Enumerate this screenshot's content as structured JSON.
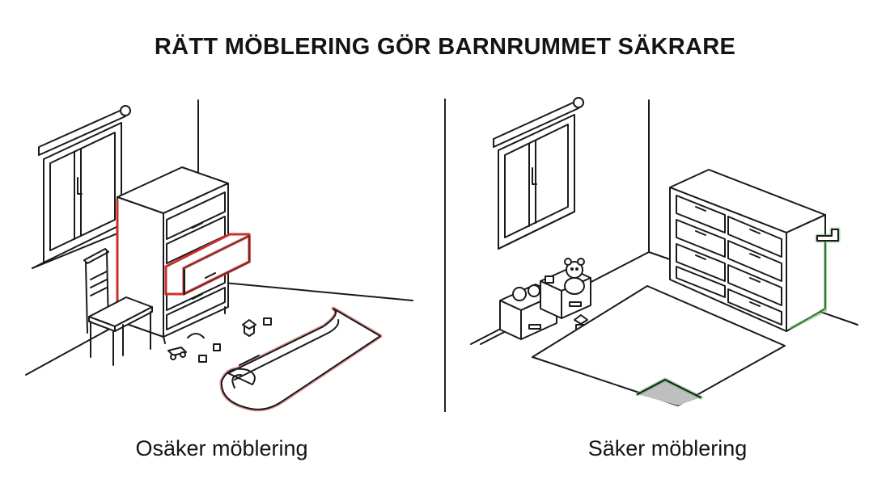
{
  "title": "RÄTT MÖBLERING GÖR BARNRUMMET SÄKRARE",
  "left_panel": {
    "caption": "Osäker möblering"
  },
  "right_panel": {
    "caption": "Säker möblering"
  },
  "colors": {
    "line": "#1a1a1a",
    "unsafe_highlight": "#c9302c",
    "safe_highlight": "#5cb85c",
    "rug_underside": "#bfbfbf"
  }
}
